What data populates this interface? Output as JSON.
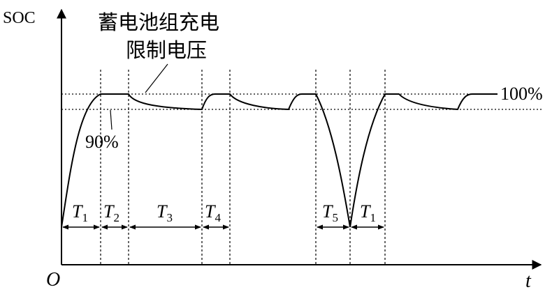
{
  "axes": {
    "y_label": "SOC",
    "x_label": "t",
    "origin_label": "O"
  },
  "annotation": {
    "line1": "蓄电池组充电",
    "line2": "限制电压"
  },
  "levels": {
    "upper_label": "100%",
    "lower_label": "90%"
  },
  "intervals": [
    {
      "name": "T",
      "sub": "1"
    },
    {
      "name": "T",
      "sub": "2"
    },
    {
      "name": "T",
      "sub": "3"
    },
    {
      "name": "T",
      "sub": "4"
    },
    {
      "name": "T",
      "sub": "5"
    },
    {
      "name": "T",
      "sub": "1"
    }
  ],
  "colors": {
    "stroke": "#000000",
    "background": "#ffffff"
  }
}
